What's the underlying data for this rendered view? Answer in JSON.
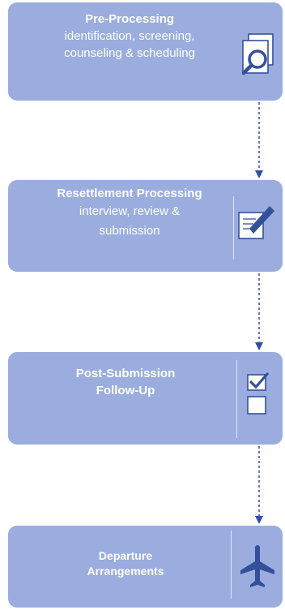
{
  "colors": {
    "box_fill": "#9aadde",
    "text": "#ffffff",
    "icon_stroke": "#35509a",
    "connector": "#2f4fa5"
  },
  "stages": [
    {
      "title": "Pre-Processing",
      "subtitle_lines": [
        "identification, screening,",
        "counseling & scheduling"
      ],
      "icon": "search-documents-icon"
    },
    {
      "title": "Resettlement Processing",
      "subtitle_lines": [
        "interview, review &",
        "submission"
      ],
      "icon": "edit-document-icon"
    },
    {
      "title_lines": [
        "Post-Submission",
        "Follow-Up"
      ],
      "icon": "checklist-icon"
    },
    {
      "title_lines": [
        "Departure",
        "Arrangements"
      ],
      "icon": "airplane-icon"
    }
  ]
}
